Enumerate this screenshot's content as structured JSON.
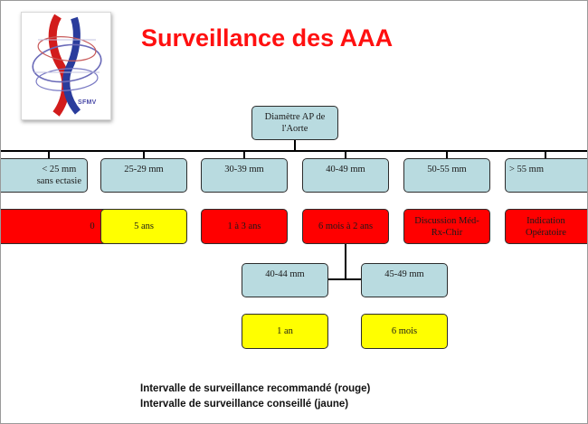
{
  "title": "Surveillance des AAA",
  "root": {
    "label": "Diamètre AP de\nl'Aorte"
  },
  "level1": [
    {
      "range": "< 25 mm\nsans ectasie",
      "interval": "0",
      "color": "#ff0000"
    },
    {
      "range": "25-29 mm",
      "interval": "5 ans",
      "color": "#ffff00"
    },
    {
      "range": "30-39 mm",
      "interval": "1 à 3 ans",
      "color": "#ff0000"
    },
    {
      "range": "40-49 mm",
      "interval": "6 mois à 2 ans",
      "color": "#ff0000"
    },
    {
      "range": "50-55 mm",
      "interval": "Discussion Méd-\nRx-Chir",
      "color": "#ff0000"
    },
    {
      "range": "> 55 mm",
      "interval": "Indication\nOpératoire",
      "color": "#ff0000"
    }
  ],
  "level2": [
    {
      "range": "40-44 mm",
      "interval": "1 an",
      "color": "#ffff00"
    },
    {
      "range": "45-49 mm",
      "interval": "6 mois",
      "color": "#ffff00"
    }
  ],
  "legend": [
    "Intervalle de surveillance recommandé (rouge)",
    "Intervalle de surveillance conseillé (jaune)"
  ],
  "logo": {
    "icon": "society-logo-icon",
    "text": "SFMV"
  }
}
